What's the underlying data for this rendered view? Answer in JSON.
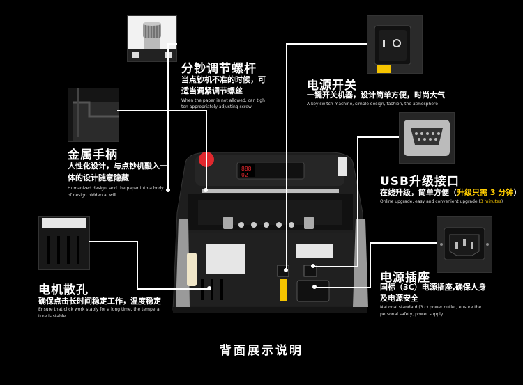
{
  "features": {
    "screw": {
      "title": "分钞调节螺杆",
      "desc1": "当点钞机不准的时候，可",
      "desc2": "适当调紧调节螺丝",
      "en1": "When the paper is not allowed, can tigh",
      "en2": "ten appropriately adjusting screw"
    },
    "power_switch": {
      "title": "电源开关",
      "desc": "一键开关机器，设计简单方便，时尚大气",
      "en": "A key switch machine, simple design, fashion, the atmosphere"
    },
    "handle": {
      "title": "金属手柄",
      "desc1": "人性化设计，与点钞机融入一",
      "desc2": "体的设计随意隐藏",
      "en1": "Humanized design, and the paper into a body",
      "en2": "of design hidden at will"
    },
    "usb": {
      "title": "USB升级接口",
      "desc_prefix": "在线升级，简单方便（",
      "desc_highlight": "升级只需 3 分钟",
      "desc_suffix": "）",
      "en_prefix": "Online upgrade, easy and convenient upgrade (",
      "en_highlight": "3 minutes",
      "en_suffix": ")"
    },
    "vent": {
      "title": "电机散孔",
      "desc": "确保点击长时间稳定工作，温度稳定",
      "en1": "Ensure that click work stably for a long time, the tempera",
      "en2": "ture is stable"
    },
    "socket": {
      "title": "电源插座",
      "desc1": "国标（3C）电源插座,确保人身",
      "desc2": "及电源安全",
      "en1": "National standard (3 c) power outlet, ensure the",
      "en2": "personal safety, power supply"
    }
  },
  "machine": {
    "display_top": "888",
    "display_bottom": "02"
  },
  "footer": {
    "title": "背面展示说明"
  },
  "colors": {
    "highlight": "#ffcc00",
    "accent_red": "#e0282e",
    "background": "#000000"
  }
}
